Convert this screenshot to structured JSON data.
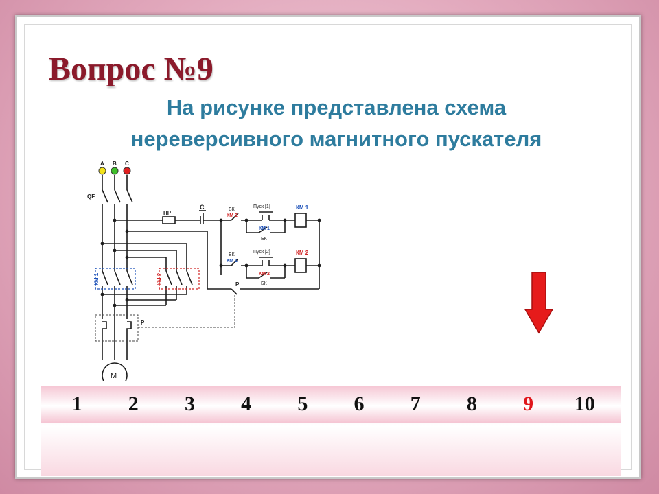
{
  "title": "Вопрос №9",
  "subtitle_line1": "На рисунке представлена схема",
  "subtitle_line2": "нереверсивного магнитного пускателя",
  "schematic": {
    "phase_labels": [
      "A",
      "B",
      "C"
    ],
    "phase_colors": [
      "#f2e21a",
      "#3fbf2a",
      "#e01f1f"
    ],
    "qf": "QF",
    "pr": "ПР",
    "s": "С",
    "bk": "БК",
    "km2": "КМ 2",
    "km1": "КМ 1",
    "pusk1": "Пуск [1]",
    "pusk2": "Пуск [2]",
    "p": "Р",
    "motor": "М",
    "km1_color": "#1a4fb8",
    "km2_color": "#d12424"
  },
  "arrow_color": "#e61b1b",
  "answers": [
    "1",
    "2",
    "3",
    "4",
    "5",
    "6",
    "7",
    "8",
    "9",
    "10"
  ],
  "active_answer_index": 8,
  "accent_colors": {
    "title": "#8b1a2b",
    "subtitle": "#2e7c9e",
    "active": "#e0161b"
  }
}
